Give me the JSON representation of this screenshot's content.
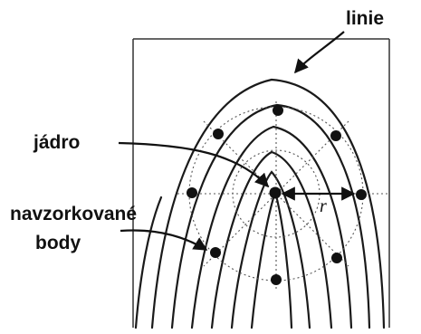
{
  "labels": {
    "lines": "linie",
    "core": "jádro",
    "sampled_points_line1": "navzorkované",
    "sampled_points_line2": "body",
    "radius": "r"
  }
}
